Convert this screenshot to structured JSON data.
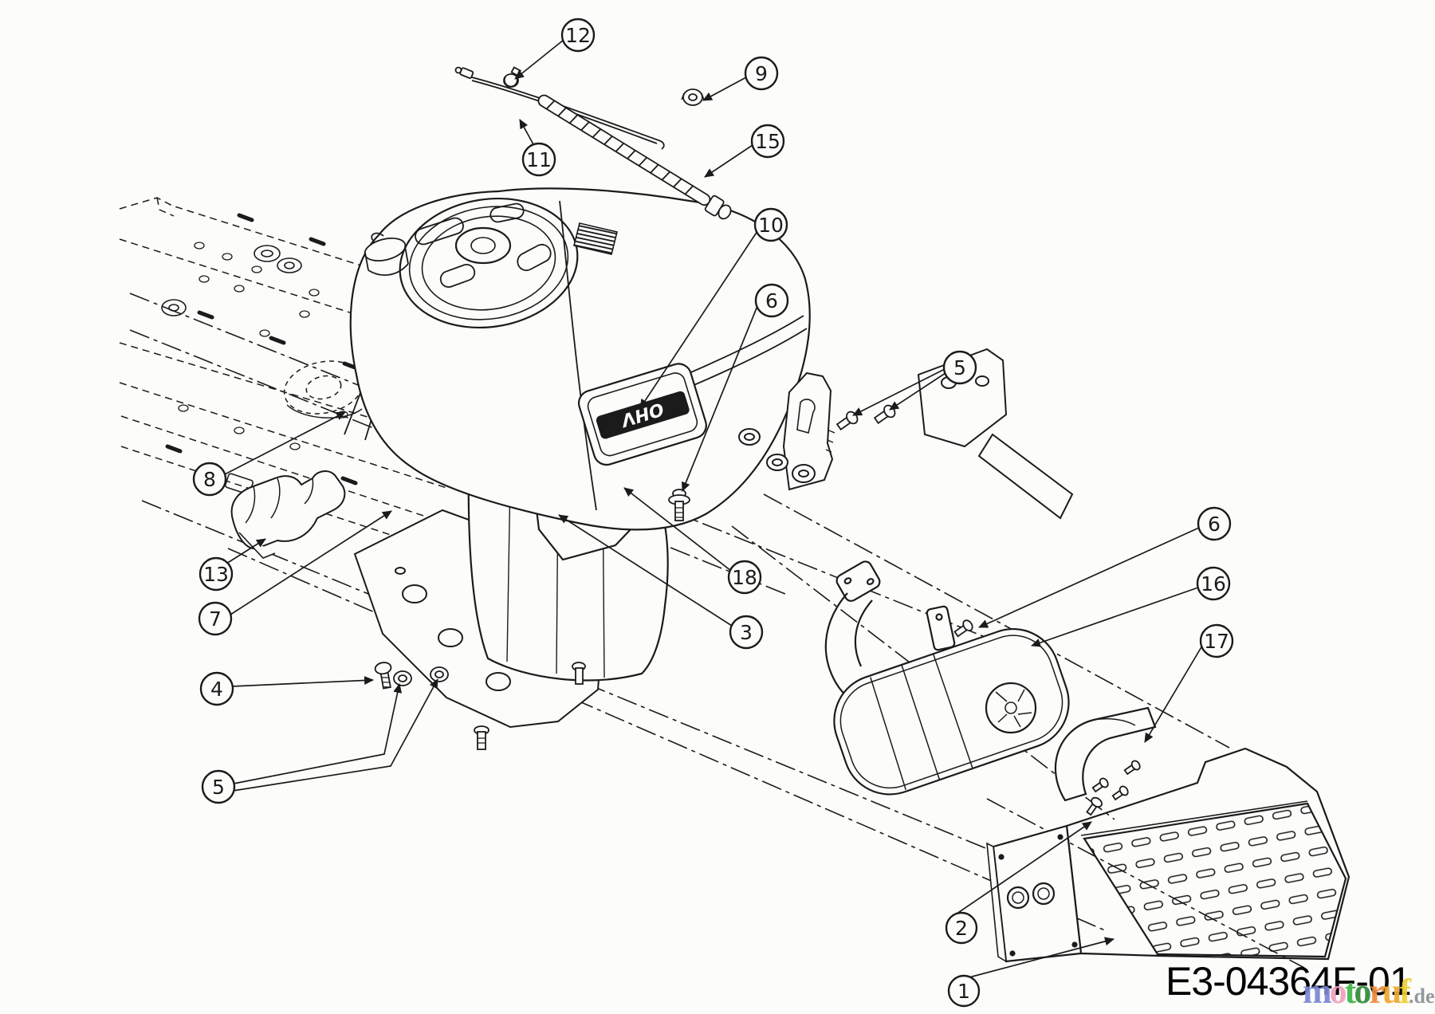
{
  "drawing_number": "E3-04364F-01",
  "engine_label": "OHV",
  "watermark": {
    "suffix": ".de",
    "suffix_color": "#8b9094",
    "letters": [
      {
        "ch": "m",
        "color": "#7b86d6"
      },
      {
        "ch": "o",
        "color": "#f0a0bf"
      },
      {
        "ch": "t",
        "color": "#3cb54a"
      },
      {
        "ch": "o",
        "color": "#2e8b3a"
      },
      {
        "ch": "r",
        "color": "#f08a3c"
      },
      {
        "ch": "u",
        "color": "#f0a830"
      },
      {
        "ch": "f",
        "color": "#edd134"
      }
    ]
  },
  "callouts": [
    {
      "label": "12"
    },
    {
      "label": "9"
    },
    {
      "label": "15"
    },
    {
      "label": "11"
    },
    {
      "label": "10"
    },
    {
      "label": "6"
    },
    {
      "label": "5"
    },
    {
      "label": "8"
    },
    {
      "label": "13"
    },
    {
      "label": "7"
    },
    {
      "label": "18"
    },
    {
      "label": "3"
    },
    {
      "label": "4"
    },
    {
      "label": "5"
    },
    {
      "label": "6"
    },
    {
      "label": "16"
    },
    {
      "label": "17"
    },
    {
      "label": "2"
    },
    {
      "label": "1"
    }
  ]
}
